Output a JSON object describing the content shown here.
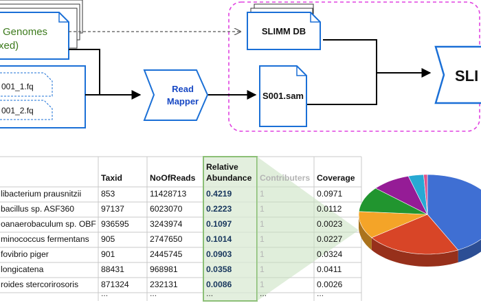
{
  "pipeline": {
    "genomes_label_line1": "Genomes",
    "genomes_label_line2": "xed)",
    "read_files": [
      "001_1.fq",
      "001_2.fq"
    ],
    "read_mapper_line1": "Read",
    "read_mapper_line2": "Mapper",
    "slimm_db": "SLIMM DB",
    "sam_file": "S001.sam",
    "slimm_right": "SLI"
  },
  "table": {
    "headers": {
      "name": "",
      "taxid": "Taxid",
      "reads": "NoOfReads",
      "abundance_line1": "Relative",
      "abundance_line2": "Abundance",
      "contributers": "Contributers",
      "coverage": "Coverage"
    },
    "rows": [
      {
        "name": "libacterium prausnitzii",
        "taxid": "853",
        "reads": "11428713",
        "abundance": "0.4219",
        "contributers": "1",
        "coverage": "0.0971"
      },
      {
        "name": "bacillus sp. ASF360",
        "taxid": "97137",
        "reads": "6023070",
        "abundance": "0.2223",
        "contributers": "1",
        "coverage": "0.0112"
      },
      {
        "name": "oanaerobaculum sp. OBF",
        "taxid": "936595",
        "reads": "3243974",
        "abundance": "0.1097",
        "contributers": "1",
        "coverage": "0.0023"
      },
      {
        "name": "minococcus fermentans",
        "taxid": "905",
        "reads": "2747650",
        "abundance": "0.1014",
        "contributers": "1",
        "coverage": "0.0227"
      },
      {
        "name": "fovibrio piger",
        "taxid": "901",
        "reads": "2445745",
        "abundance": "0.0903",
        "contributers": "1",
        "coverage": "0.0324"
      },
      {
        "name": "longicatena",
        "taxid": "88431",
        "reads": "968981",
        "abundance": "0.0358",
        "contributers": "1",
        "coverage": "0.0411"
      },
      {
        "name": "roides stercorirosoris",
        "taxid": "871324",
        "reads": "232131",
        "abundance": "0.0086",
        "contributers": "1",
        "coverage": "0.0026"
      }
    ],
    "ellipsis": "..."
  },
  "colors": {
    "box_border": "#1a6fd6",
    "dashed_region": "#e040e0",
    "genomes_text": "#3c7a1c",
    "read_mapper_text": "#1748c4",
    "highlight_fill": "#d9ead3",
    "highlight_border": "#8bbf76"
  },
  "chart_data": {
    "type": "pie",
    "values": [
      0.4219,
      0.2223,
      0.1097,
      0.1014,
      0.0903,
      0.0358,
      0.0086
    ],
    "colors": [
      "#3f6fd3",
      "#d84527",
      "#f4a428",
      "#21952f",
      "#951c96",
      "#27a9d3",
      "#e0548a"
    ]
  }
}
